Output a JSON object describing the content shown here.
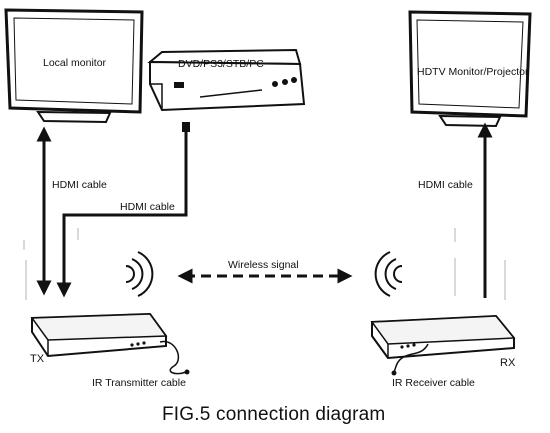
{
  "devices": {
    "local_monitor": "Local monitor",
    "source": "DVD/PS3/STB/PC",
    "hdtv": "HDTV Monitor/Projector",
    "tx": "TX",
    "rx": "RX"
  },
  "cables": {
    "hdmi_left": "HDMI cable",
    "hdmi_source": "HDMI cable",
    "hdmi_right": "HDMI cable",
    "ir_tx": "IR Transmitter cable",
    "ir_rx": "IR Receiver cable"
  },
  "signal": "Wireless signal",
  "caption": "FIG.5 connection diagram"
}
